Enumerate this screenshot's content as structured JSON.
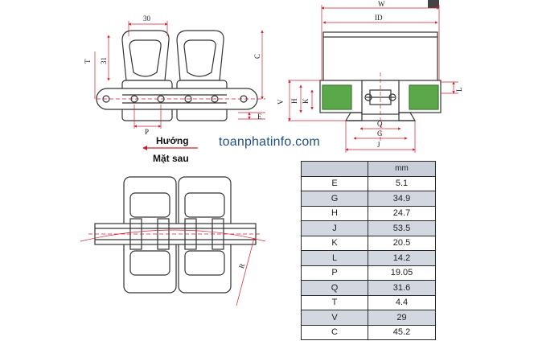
{
  "dimension_labels": {
    "top_width": "30",
    "height_31": "31",
    "T": "T",
    "C": "C",
    "P": "P",
    "E": "E",
    "W": "W",
    "ID": "ID",
    "V": "V",
    "H": "H",
    "K": "K",
    "L": "L",
    "Q": "Q",
    "G": "G",
    "J": "J",
    "R": "R"
  },
  "direction_label": "Hướng",
  "back_label": "Mặt sau",
  "website": "toanphatinfo.com",
  "spec_table": {
    "header": [
      "",
      "mm"
    ],
    "rows": [
      {
        "dim": "E",
        "value": "5.1"
      },
      {
        "dim": "G",
        "value": "34.9"
      },
      {
        "dim": "H",
        "value": "24.7"
      },
      {
        "dim": "J",
        "value": "53.5"
      },
      {
        "dim": "K",
        "value": "20.5"
      },
      {
        "dim": "L",
        "value": "14.2"
      },
      {
        "dim": "P",
        "value": "19.05"
      },
      {
        "dim": "Q",
        "value": "31.6"
      },
      {
        "dim": "T",
        "value": "4.4"
      },
      {
        "dim": "V",
        "value": "29"
      },
      {
        "dim": "C",
        "value": "45.2"
      }
    ]
  },
  "colors": {
    "line": "#333333",
    "dimension_line": "#d02030",
    "green_block": "#5aa84a",
    "website": "#1f4f8a",
    "table_header": "#c9ced8",
    "table_alt_row": "#d2d7e0"
  }
}
